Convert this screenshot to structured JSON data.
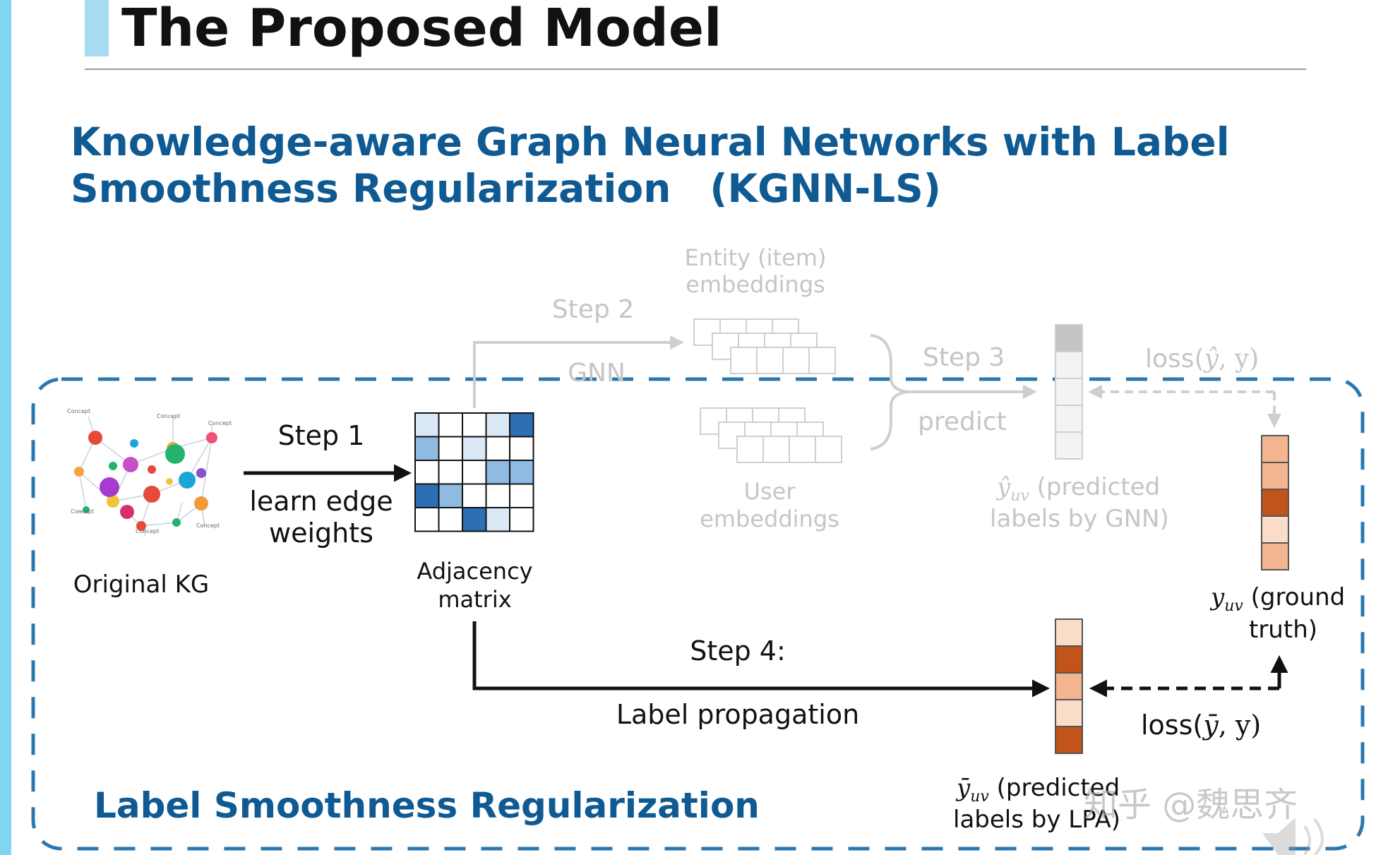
{
  "slide": {
    "title": "The Proposed Model",
    "subtitle_line1": "Knowledge-aware Graph Neural Networks with Label",
    "subtitle_line2": "Smoothness Regularization　(KGNN-LS)"
  },
  "diagram": {
    "original_kg_label": "Original KG",
    "kg_node_label": "Concept",
    "step1_label": "Step 1",
    "step1_desc_line1": "learn edge",
    "step1_desc_line2": "weights",
    "adjacency_label_line1": "Adjacency",
    "adjacency_label_line2": "matrix",
    "step2_label": "Step 2",
    "gnn_label": "GNN",
    "entity_label_line1": "Entity (item)",
    "entity_label_line2": "embeddings",
    "user_label_line1": "User",
    "user_label_line2": "embeddings",
    "step3_label": "Step 3",
    "predict_label": "predict",
    "gnn_pred_symbol": "ŷ",
    "gnn_pred_subscript": "uv",
    "gnn_pred_line1": " (predicted",
    "gnn_pred_line2": "labels by GNN)",
    "loss_gnn_prefix": "loss(",
    "loss_gnn_symbol": "ŷ",
    "loss_gnn_suffix": ", y)",
    "ground_truth_symbol": "y",
    "ground_truth_subscript": "uv",
    "ground_truth_line1": " (ground",
    "ground_truth_line2": "truth)",
    "step4_label": "Step 4:",
    "label_propagation": "Label propagation",
    "loss_lpa_prefix": "loss(",
    "loss_lpa_symbol": "ȳ",
    "loss_lpa_suffix": ", y)",
    "lpa_pred_symbol": "ȳ",
    "lpa_pred_subscript": "uv",
    "lpa_pred_line1": " (predicted",
    "lpa_pred_line2": "labels by LPA)",
    "section_label": "Label Smoothness Regularization"
  },
  "colors": {
    "title_blue": "#0f5a93",
    "dashed_border": "#2b78b0",
    "matrix_dark": "#2c6fb4",
    "matrix_mid": "#8fbbe3",
    "matrix_light": "#dbe9f6",
    "orange_dark": "#c0541a",
    "orange_mid": "#f2b58f",
    "orange_light": "#f9ddc8",
    "faded_grey": "#c5c5c5"
  },
  "watermark": "知乎 @魏思齐"
}
